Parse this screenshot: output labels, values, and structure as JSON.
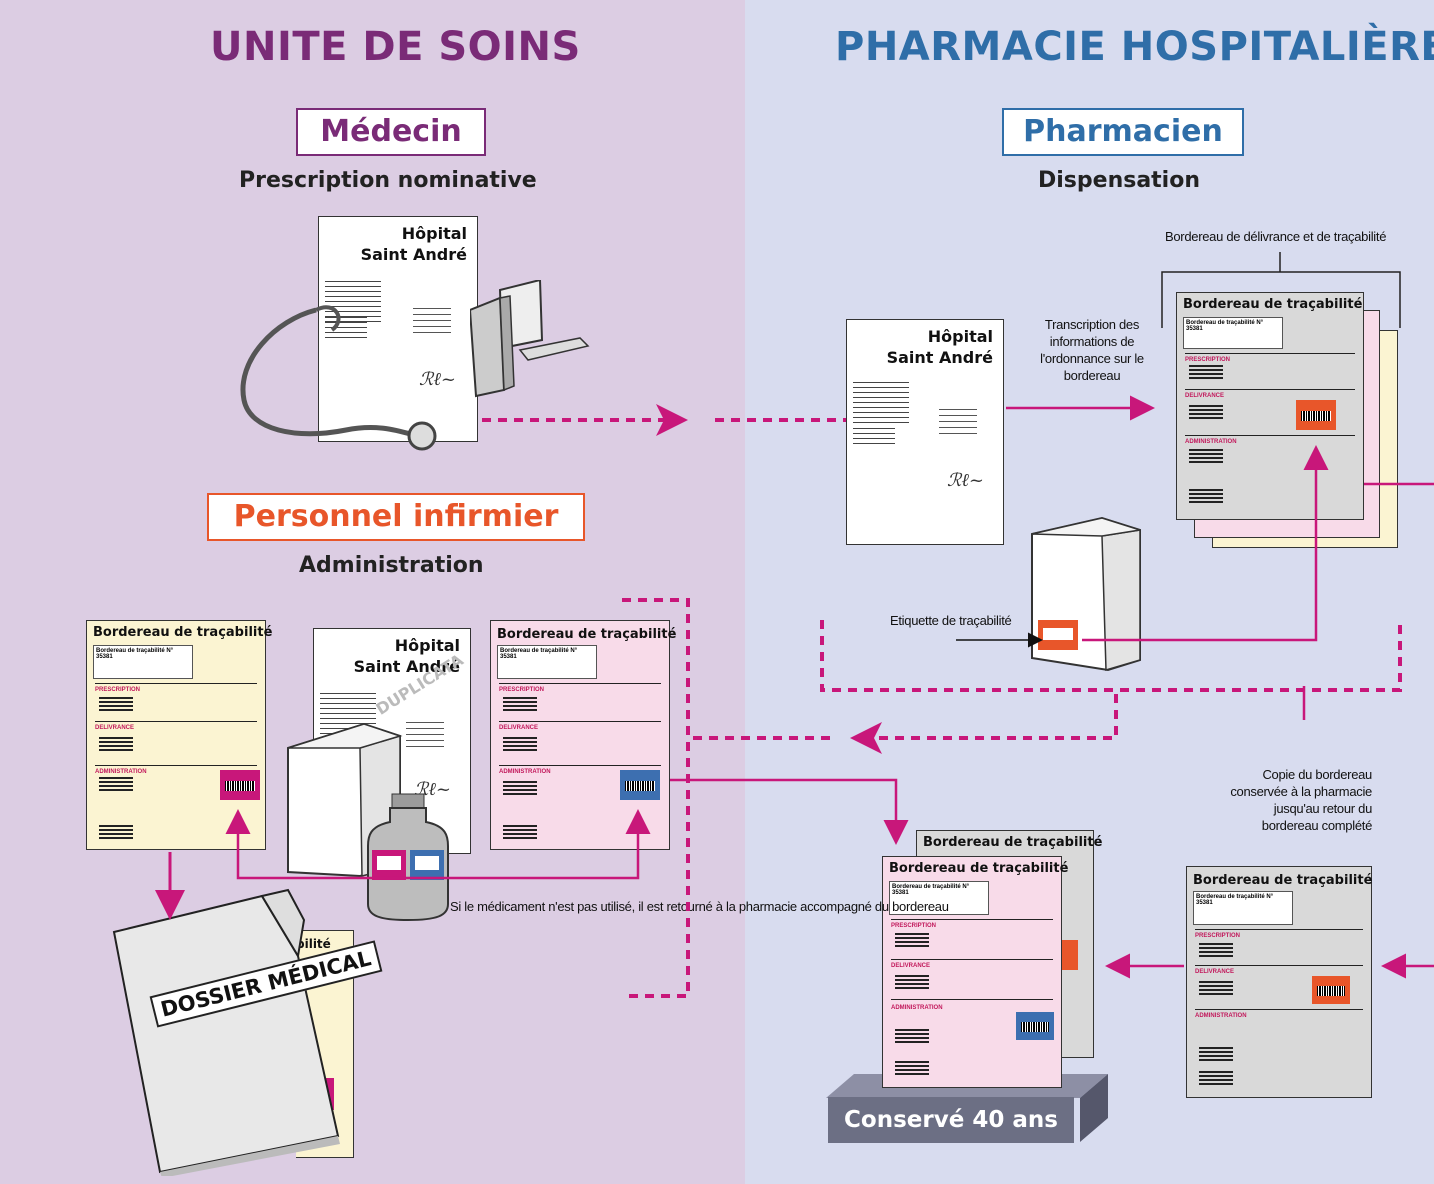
{
  "panels": {
    "left_title": "UNITE DE SOINS",
    "right_title": "PHARMACIE HOSPITALIÈRE"
  },
  "roles": {
    "medecin": "Médecin",
    "medecin_action": "Prescription nominative",
    "pharmacien": "Pharmacien",
    "pharmacien_action": "Dispensation",
    "infirmier": "Personnel infirmier",
    "infirmier_action": "Administration"
  },
  "prescription": {
    "hospital_line1": "Hôpital",
    "hospital_line2": "Saint André",
    "duplicate_stamp": "DUPLICATA"
  },
  "bordereau": {
    "title": "Bordereau de traçabilité",
    "header_label": "Bordereau de traçabilité",
    "number": "N° 35381",
    "section_prescription": "PRESCRIPTION",
    "section_delivrance": "DELIVRANCE",
    "section_administration": "ADMINISTRATION"
  },
  "annotations": {
    "bordereau_delivrance": "Bordereau de délivrance et de traçabilité",
    "transcription": "Transcription des informations de l'ordonnance sur le bordereau",
    "etiquette": "Etiquette de traçabilité",
    "copie": "Copie du bordereau conservée à la pharmacie jusqu'au retour du bordereau complété",
    "retour": "Si le médicament n'est pas utilisé, il est retourné à la pharmacie accompagné du bordereau"
  },
  "folder": {
    "label": "DOSSIER MÉDICAL",
    "partial_title": "bilité"
  },
  "archive": {
    "label": "Conservé 40 ans"
  },
  "colors": {
    "left_bg": "#dccde3",
    "right_bg": "#d8dcef",
    "medecin": "#7a2b77",
    "pharmacien": "#2f6ea8",
    "infirmier": "#e8562a",
    "arrow": "#c8177a",
    "pink_copy": "#f8dbe9",
    "yellow_copy": "#fbf4d2",
    "gray_copy": "#d9d9d9"
  }
}
